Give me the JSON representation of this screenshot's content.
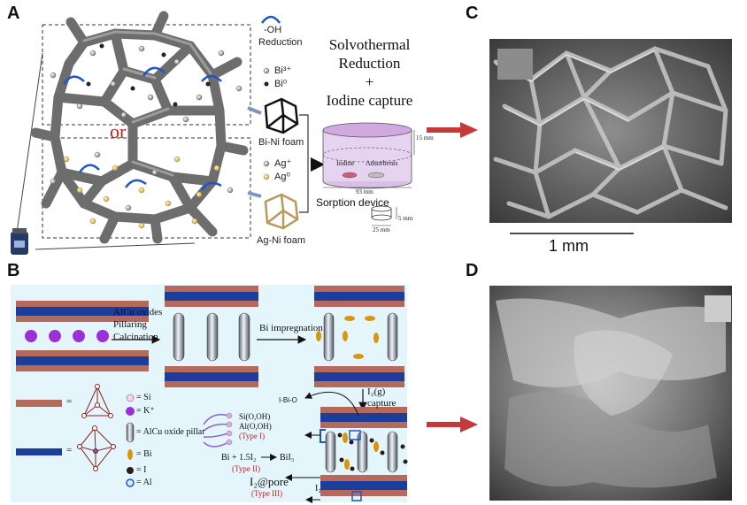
{
  "panels": {
    "a": "A",
    "b": "B",
    "c": "C",
    "d": "D"
  },
  "panel_a": {
    "or_text": "or",
    "legend_oh": "-OH",
    "legend_reduction": "Reduction",
    "legend_bi3": "Bi³⁺",
    "legend_bi0": "Bi⁰",
    "bi_ni_foam": "Bi-Ni foam",
    "legend_ag_plus": "Ag⁺",
    "legend_ag0": "Ag⁰",
    "ag_ni_foam": "Ag-Ni foam",
    "solvothermal": "Solvothermal",
    "reduction": "Reduction",
    "plus": "+",
    "iodine_capture": "Iodine capture",
    "iodine": "Iodine",
    "adsorbents": "Adsorbents",
    "dim_15": "15 mm",
    "dim_93": "93 mm",
    "sorption_device": "Sorption device",
    "dim_25": "25 mm",
    "dim_5": "5 mm"
  },
  "panel_b": {
    "alcu_oxides": "AlCu oxides",
    "pillaring": "Pillaring",
    "calcination": "Calcination",
    "bi_impregnation": "Bi impregnation",
    "i2g": "I₂(g)",
    "capture": "capture",
    "i_bi_o": "I-Bi-O",
    "si_oh": "Si(O,OH)",
    "al_oh": "Al(O,OH)",
    "type1": "(Type I)",
    "bi_reaction": "Bi + 1.5I₂",
    "bii3": "BiI₃",
    "type2": "(Type II)",
    "i2_pore": "I₂@pore",
    "type3": "(Type III)",
    "i2": "I₂",
    "legend_si": "= Si",
    "legend_k": "= K⁺",
    "legend_pillar": "= AlCu oxide pillar",
    "legend_bi": "= Bi",
    "legend_i": "= I",
    "legend_al": "= Al",
    "eq1": "=",
    "eq2": "="
  },
  "panel_c": {
    "scale_label": "1 mm"
  },
  "colors": {
    "panel_b_bg": "#e4f6fb",
    "brown": "#b5695a",
    "blue": "#1c3d9a",
    "purple": "#9b30d9",
    "arrow_red": "#c43a3a"
  }
}
